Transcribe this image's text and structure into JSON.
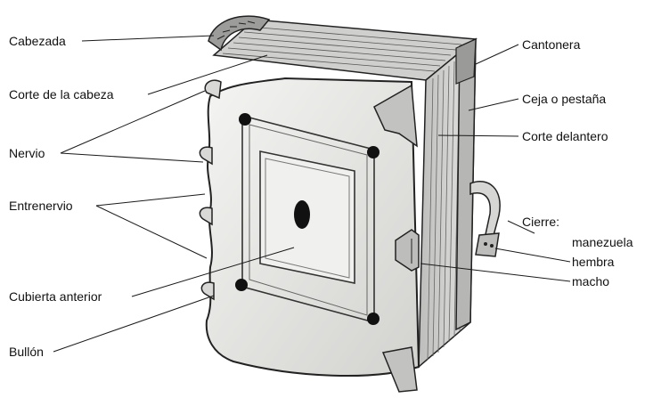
{
  "labels": {
    "cabezada": "Cabezada",
    "corte_cabeza": "Corte de la cabeza",
    "nervio": "Nervio",
    "entrenervio": "Entrenervio",
    "cubierta_anterior": "Cubierta anterior",
    "bullon": "Bullón",
    "cantonera": "Cantonera",
    "ceja": "Ceja o pestaña",
    "corte_delantero": "Corte delantero",
    "cierre": "Cierre:",
    "manezuela": "manezuela",
    "hembra": "hembra",
    "macho": "macho"
  },
  "colors": {
    "ink": "#111111",
    "cover": "#e9e9e7",
    "pages": "#d4d4d2",
    "shadow": "#8a8a88"
  }
}
